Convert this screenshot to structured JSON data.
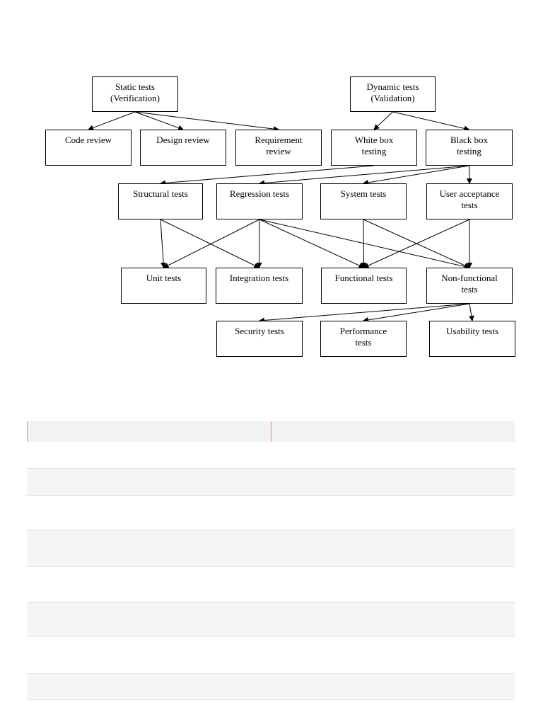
{
  "nodes": {
    "static": "Static tests\n(Verification)",
    "dynamic": "Dynamic tests\n(Validation)",
    "code": "Code review",
    "design": "Design review",
    "requirement": "Requirement\nreview",
    "whitebox": "White box\ntesting",
    "blackbox": "Black box\ntesting",
    "structural": "Structural tests",
    "regression": "Regression tests",
    "system": "System tests",
    "uat": "User acceptance\ntests",
    "unit": "Unit tests",
    "integration": "Integration tests",
    "functional": "Functional tests",
    "nonfunctional": "Non-functional\ntests",
    "security": "Security tests",
    "performance": "Performance\ntests",
    "usability": "Usability tests"
  },
  "edges": [
    [
      "static",
      "code"
    ],
    [
      "static",
      "design"
    ],
    [
      "static",
      "requirement"
    ],
    [
      "dynamic",
      "whitebox"
    ],
    [
      "dynamic",
      "blackbox"
    ],
    [
      "whitebox",
      "structural"
    ],
    [
      "blackbox",
      "regression"
    ],
    [
      "blackbox",
      "system"
    ],
    [
      "blackbox",
      "uat"
    ],
    [
      "structural",
      "unit"
    ],
    [
      "structural",
      "integration"
    ],
    [
      "regression",
      "unit"
    ],
    [
      "regression",
      "integration"
    ],
    [
      "regression",
      "functional"
    ],
    [
      "regression",
      "nonfunctional"
    ],
    [
      "system",
      "functional"
    ],
    [
      "system",
      "nonfunctional"
    ],
    [
      "uat",
      "functional"
    ],
    [
      "uat",
      "nonfunctional"
    ],
    [
      "nonfunctional",
      "security"
    ],
    [
      "nonfunctional",
      "performance"
    ],
    [
      "nonfunctional",
      "usability"
    ]
  ],
  "table": {
    "rows": 8
  }
}
